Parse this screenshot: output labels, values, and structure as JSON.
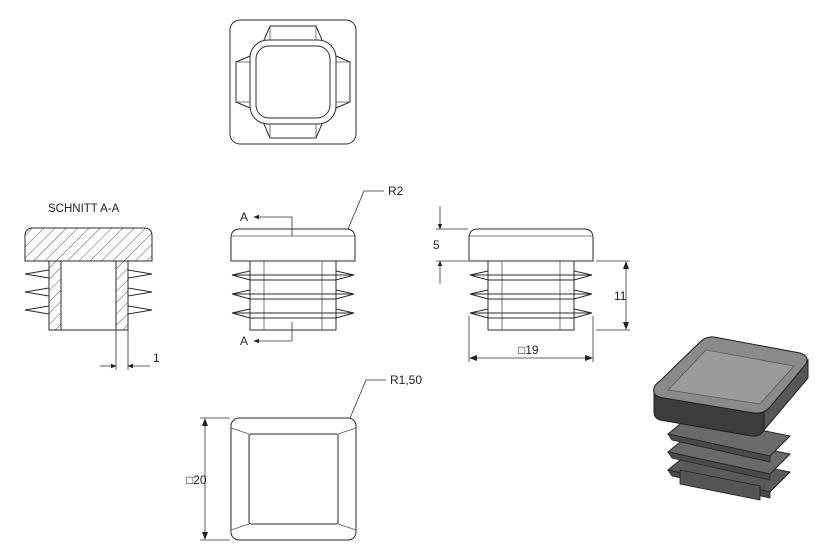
{
  "section_title": "SCHNITT A-A",
  "labels": {
    "section_marker_top": "A",
    "section_marker_bottom": "A",
    "radius_top": "R2",
    "radius_bottom": "R1,50",
    "wall_thickness": "1",
    "cap_height": "5",
    "body_height": "11",
    "width_19": "□19",
    "width_20": "□20"
  },
  "colors": {
    "line": "#2b2b2b",
    "hatch": "#555555",
    "cap_fill": "#6f6f6f",
    "body_fill": "#8a8a8a"
  }
}
